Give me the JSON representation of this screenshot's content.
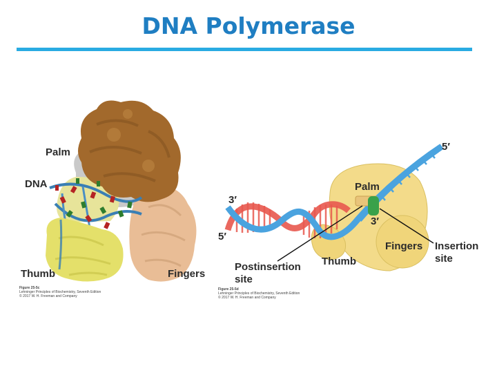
{
  "slide": {
    "title": "DNA Polymerase",
    "accent_color": "#29abe2",
    "title_color": "#1f7ec2"
  },
  "left_figure": {
    "labels": {
      "palm": "Palm",
      "dna": "DNA",
      "thumb": "Thumb",
      "fingers": "Fingers"
    },
    "caption": {
      "figure": "Figure 25-5c",
      "line1": "Lehninger Principles of Biochemistry, Seventh Edition",
      "line2": "© 2017 W. H. Freeman and Company"
    }
  },
  "right_figure": {
    "labels": {
      "five_prime_top": "5′",
      "three_prime_left": "3′",
      "five_prime_left": "5′",
      "palm": "Palm",
      "three_prime_inner": "3′",
      "fingers": "Fingers",
      "insertion_line1": "Insertion",
      "insertion_line2": "site",
      "thumb": "Thumb",
      "postinsertion_line1": "Postinsertion",
      "postinsertion_line2": "site"
    },
    "caption": {
      "figure": "Figure 25-5d",
      "line1": "Lehninger Principles of Biochemistry, Seventh Edition",
      "line2": "© 2017 W. H. Freeman and Company"
    }
  }
}
